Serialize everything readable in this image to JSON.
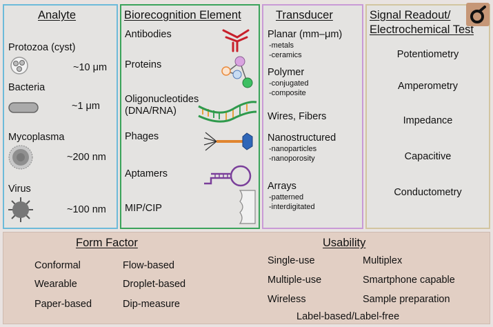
{
  "analyte": {
    "title": "Analyte",
    "items": [
      {
        "name": "Protozoa (cyst)",
        "size": "~10 μm",
        "icon": "protozoa-cyst-icon"
      },
      {
        "name": "Bacteria",
        "size": "~1 μm",
        "icon": "bacteria-icon"
      },
      {
        "name": "Mycoplasma",
        "size": "~200 nm",
        "icon": "mycoplasma-icon"
      },
      {
        "name": "Virus",
        "size": "~100 nm",
        "icon": "virus-icon"
      }
    ]
  },
  "biorecognition": {
    "title": "Biorecognition Element",
    "items": [
      {
        "label": "Antibodies",
        "icon": "antibody-icon"
      },
      {
        "label": "Proteins",
        "icon": "protein-icon"
      },
      {
        "label": "Oligonucleotides\n(DNA/RNA)",
        "icon": "dna-strand-icon"
      },
      {
        "label": "Phages",
        "icon": "phage-icon"
      },
      {
        "label": "Aptamers",
        "icon": "aptamer-icon"
      },
      {
        "label": "MIP/CIP",
        "icon": "imprinted-polymer-icon"
      }
    ]
  },
  "transducer": {
    "title": "Transducer",
    "groups": [
      {
        "label": "Planar (mm–μm)",
        "subs": [
          "-metals",
          "-ceramics"
        ]
      },
      {
        "label": "Polymer",
        "subs": [
          "-conjugated",
          "-composite"
        ]
      },
      {
        "label": "Wires, Fibers",
        "subs": []
      },
      {
        "label": "Nanostructured",
        "subs": [
          "-nanoparticles",
          "-nanoporosity"
        ]
      },
      {
        "label": "Arrays",
        "subs": [
          "-patterned",
          "-interdigitated"
        ]
      }
    ]
  },
  "signal": {
    "title_line1": "Signal Readout/",
    "title_line2": "Electrochemical Test",
    "items": [
      "Potentiometry",
      "Amperometry",
      "Impedance",
      "Capacitive",
      "Conductometry"
    ]
  },
  "form_factor": {
    "title": "Form Factor",
    "col1": [
      "Conformal",
      "Wearable",
      "Paper-based"
    ],
    "col2": [
      "Flow-based",
      "Droplet-based",
      "Dip-measure"
    ]
  },
  "usability": {
    "title": "Usability",
    "col1": [
      "Single-use",
      "Multiple-use",
      "Wireless"
    ],
    "col2": [
      "Multiplex",
      "Smartphone capable",
      "Sample preparation"
    ],
    "footer": "Label-based/Label-free"
  },
  "colors": {
    "analyte_border": "#6cbad9",
    "bio_border": "#3aa35a",
    "transducer_border": "#c99ad6",
    "signal_border": "#d2c5a0",
    "bottom_bg": "#e2cfc4"
  }
}
